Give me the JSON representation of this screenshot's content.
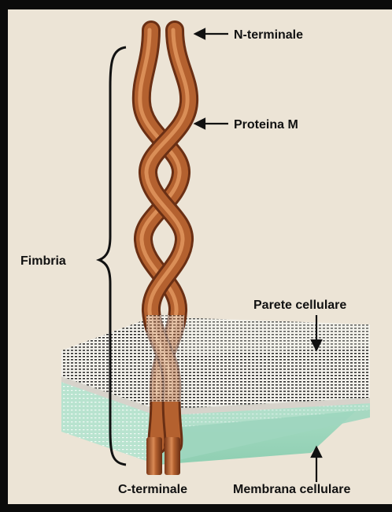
{
  "labels": {
    "n_terminal": "N-terminale",
    "protein_m": "Proteina M",
    "fimbria": "Fimbria",
    "cell_wall": "Parete cellulare",
    "c_terminal": "C-terminale",
    "cell_membrane": "Membrana cellulare"
  },
  "colors": {
    "background": "#ece4d6",
    "border": "#0b0b0b",
    "protein": "#b4612f",
    "protein_highlight": "#e39a62",
    "protein_shadow": "#6a2f14",
    "membrane": "#a9dcc6",
    "membrane_dark": "#6fb59a",
    "wall_lines": "#2a2a2a",
    "text": "#111111"
  }
}
